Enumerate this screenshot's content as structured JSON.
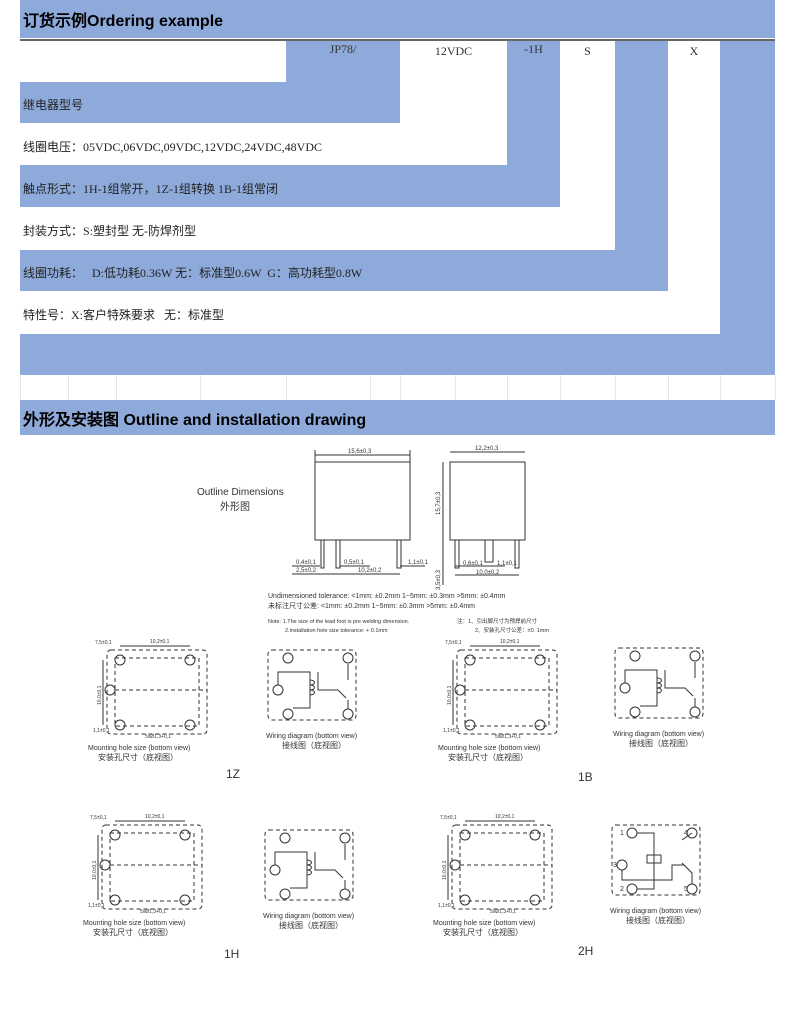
{
  "ordering": {
    "title": "订货示例Ordering example",
    "codes": [
      "JP78/",
      "12VDC",
      "-1H",
      "S",
      "X"
    ],
    "rows": [
      "继电器型号",
      "线圈电压：05VDC,06VDC,09VDC,12VDC,24VDC,48VDC",
      "触点形式：1H-1组常开，1Z-1组转换   1B-1组常闭",
      "封装方式：S:塑封型 无-防焊剂型",
      "线圈功耗：   D:低功耗0.36W 无：标准型0.6W  G：高功耗型0.8W",
      "特性号：X:客户特殊要求   无：标准型"
    ],
    "accent": "#8eaadb"
  },
  "outline": {
    "title": "外形及安装图 Outline and installation drawing",
    "label_en": "Outline Dimensions",
    "label_cn": "外形图",
    "dims": {
      "width": "15,6±0,3",
      "depth": "12,2±0,3",
      "height": "15,7±0,3",
      "pin_len": "3,5±0,3",
      "pin_a": "0,4±0,1",
      "pin_b": "0,5±0,1",
      "pin_c": "1,1±0,1",
      "pitch_a": "2,5±0,2",
      "pitch_b": "10,2±0,2",
      "side_a": "0,6±0,1",
      "side_b": "1,1±0,1",
      "side_c": "10,0±0,2"
    },
    "tolerance_en": "Undimensioned tolerance: <1mm: ±0.2mm  1~5mm: ±0.3mm  >5mm: ±0.4mm",
    "tolerance_cn": "未标注尺寸公差: <1mm: ±0.2mm  1~5mm: ±0.3mm  >5mm: ±0.4mm",
    "note_en_1": "Note: 1.The size of the lead foot is pre welding dimension.",
    "note_en_2": "2.installation hole size tolerance: + 0.1mm",
    "note_cn_1": "注：1、引出脚尺寸为预焊前尺寸",
    "note_cn_2": "2、安装孔尺寸公差：±0. 1mm"
  },
  "mounting": {
    "caption_en": "Mounting hole size (bottom view)",
    "caption_cn": "安装孔尺寸（底视图）",
    "dim_a": "7,5±0,1",
    "dim_b": "10,2±0,1",
    "dim_c": "10,0±0,1",
    "dim_d": "1,1±0,1",
    "dim_hole": "5xØ1,3+0,1"
  },
  "wiring": {
    "caption_en": "Wiring diagram (bottom view)",
    "caption_cn": "接线图（底视图）",
    "pins": [
      "1",
      "2",
      "3",
      "4",
      "5"
    ]
  },
  "variants": [
    "1Z",
    "1B",
    "1H",
    "2H"
  ]
}
